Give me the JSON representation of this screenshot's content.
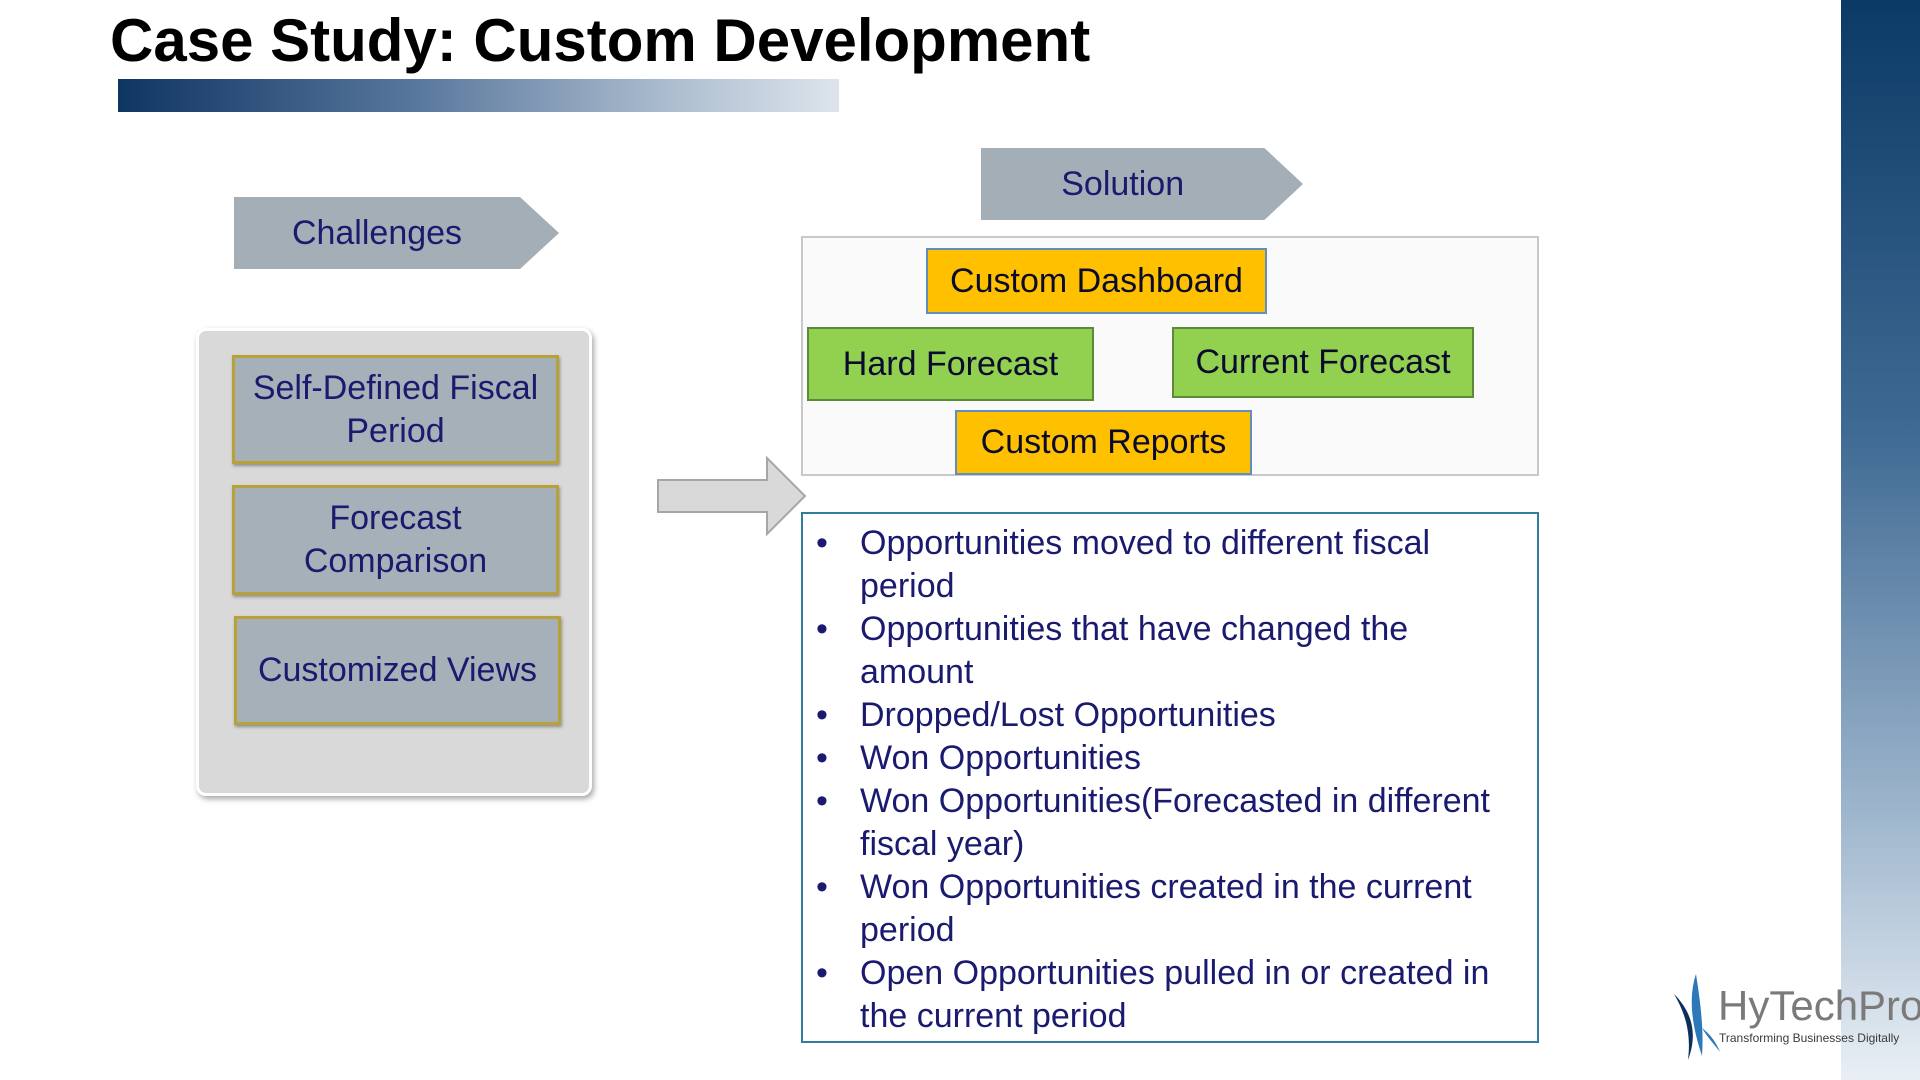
{
  "slide": {
    "title": "Case Study: Custom Development"
  },
  "challenges": {
    "header": "Challenges",
    "items": [
      "Self-Defined Fiscal Period",
      "Forecast Comparison",
      "Customized Views"
    ]
  },
  "solution": {
    "header": "Solution",
    "boxes": {
      "dashboard": "Custom Dashboard",
      "hard_forecast": "Hard Forecast",
      "current_forecast": "Current Forecast",
      "reports": "Custom Reports"
    },
    "bullet_symbol": "•",
    "bullets": [
      "Opportunities moved to different fiscal period",
      "Opportunities that have changed the amount",
      "Dropped/Lost Opportunities",
      "Won Opportunities",
      "Won Opportunities(Forecasted in different fiscal year)",
      "Won Opportunities created in the current period",
      "Open Opportunities pulled in or created in the current period"
    ]
  },
  "logo": {
    "name": "HyTechPro",
    "tagline": "Transforming Businesses Digitally"
  },
  "colors": {
    "accent_navy": "#0f3562",
    "text_navy": "#1a1a6e",
    "header_gray": "#a3aeb6",
    "orange": "#ffc000",
    "green": "#92d050",
    "border_teal": "#2f7f9c"
  }
}
